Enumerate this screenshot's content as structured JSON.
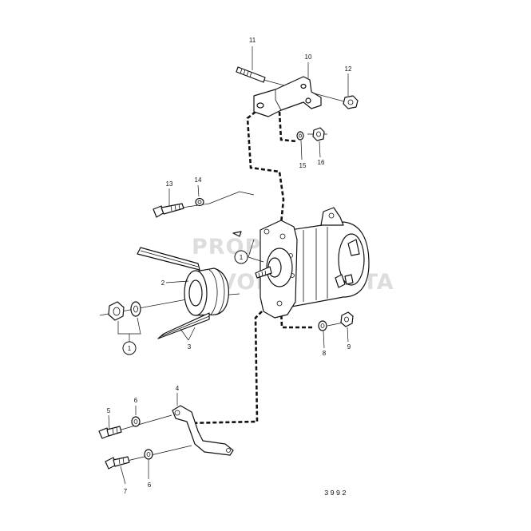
{
  "watermark": {
    "line1": "PROPERTY OF",
    "line2": "VOLVO PENTA"
  },
  "figure_number": "3992",
  "callouts": {
    "c1": "1",
    "c2": "2",
    "c3": "3",
    "c4": "4",
    "c5": "5",
    "c6a": "6",
    "c6b": "6",
    "c7": "7",
    "c8": "8",
    "c9": "9",
    "c10": "10",
    "c11": "11",
    "c12": "12",
    "c13": "13",
    "c14": "14",
    "c15": "15",
    "c16": "16",
    "circle_a": "1",
    "circle_b": "1"
  }
}
